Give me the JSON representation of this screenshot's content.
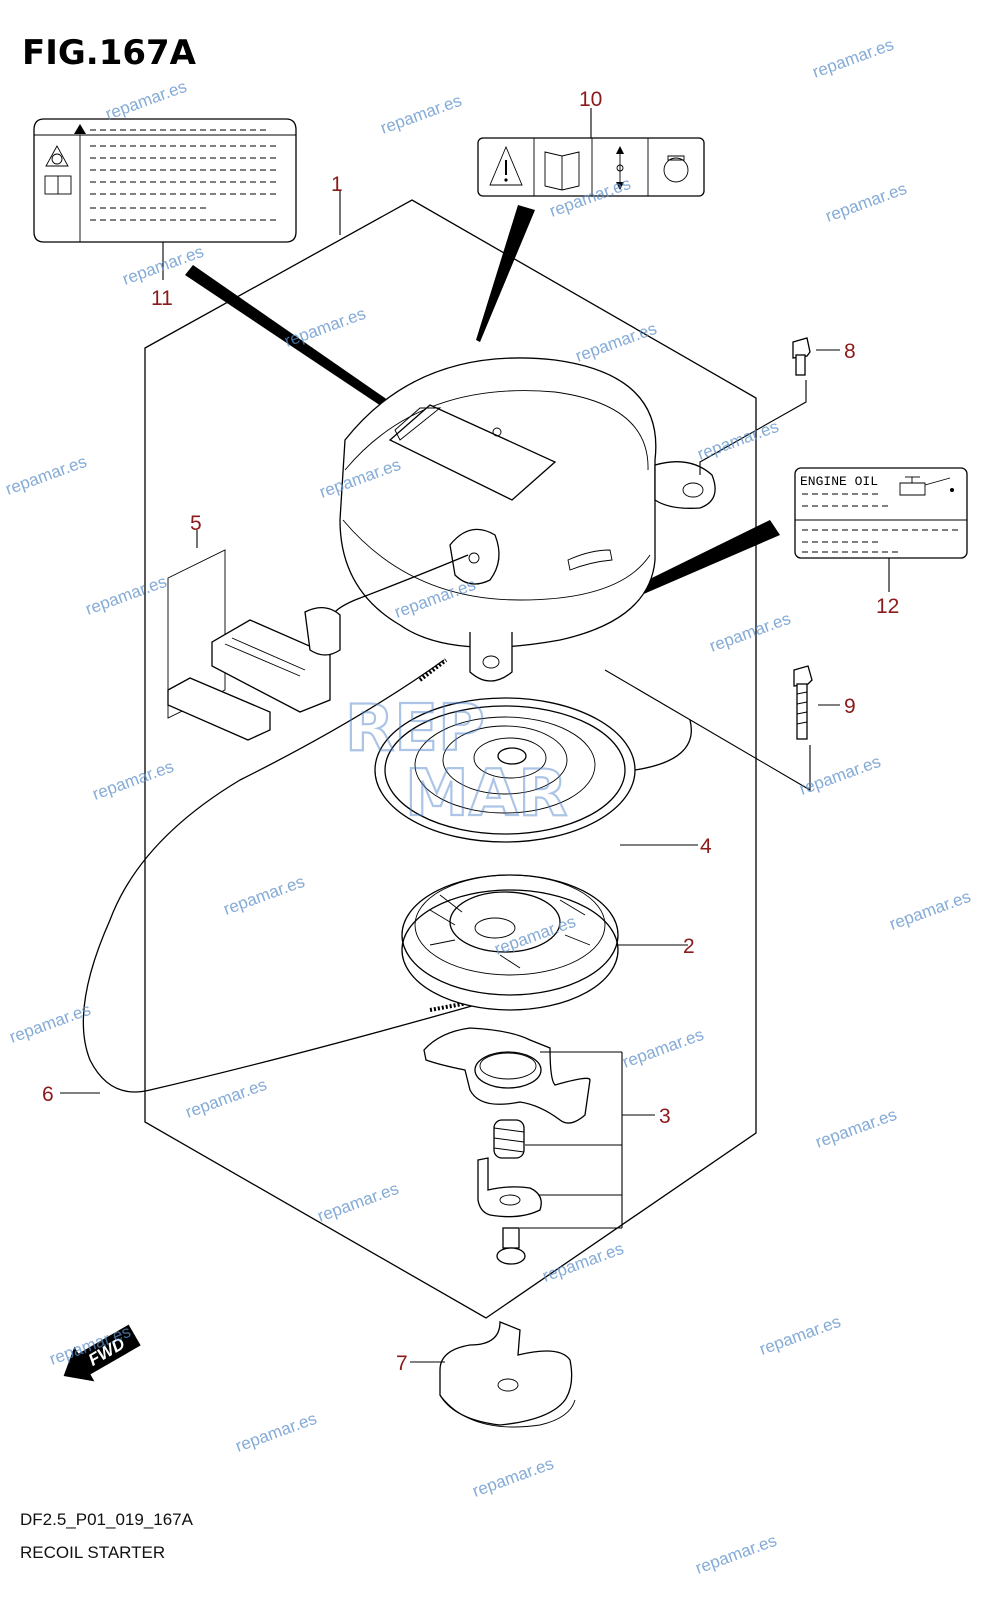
{
  "figure": {
    "title": "FIG.167A",
    "code": "DF2.5_P01_019_167A",
    "caption": "RECOIL STARTER"
  },
  "callouts": [
    "1",
    "2",
    "3",
    "4",
    "5",
    "6",
    "7",
    "8",
    "9",
    "10",
    "11",
    "12"
  ],
  "labels": {
    "engine_oil": "ENGINE OIL"
  },
  "fwd": "FWD",
  "watermark": {
    "text": "repamar.es",
    "color": "#5b8fc9"
  },
  "logo_watermark": [
    "REP",
    "MAR"
  ],
  "colors": {
    "callout": "#8b1a1a",
    "line": "#000000"
  },
  "icons": [
    "warning-icon",
    "manual-book-icon",
    "pull-arrow-icon",
    "rope-handle-icon",
    "oil-can-icon"
  ]
}
